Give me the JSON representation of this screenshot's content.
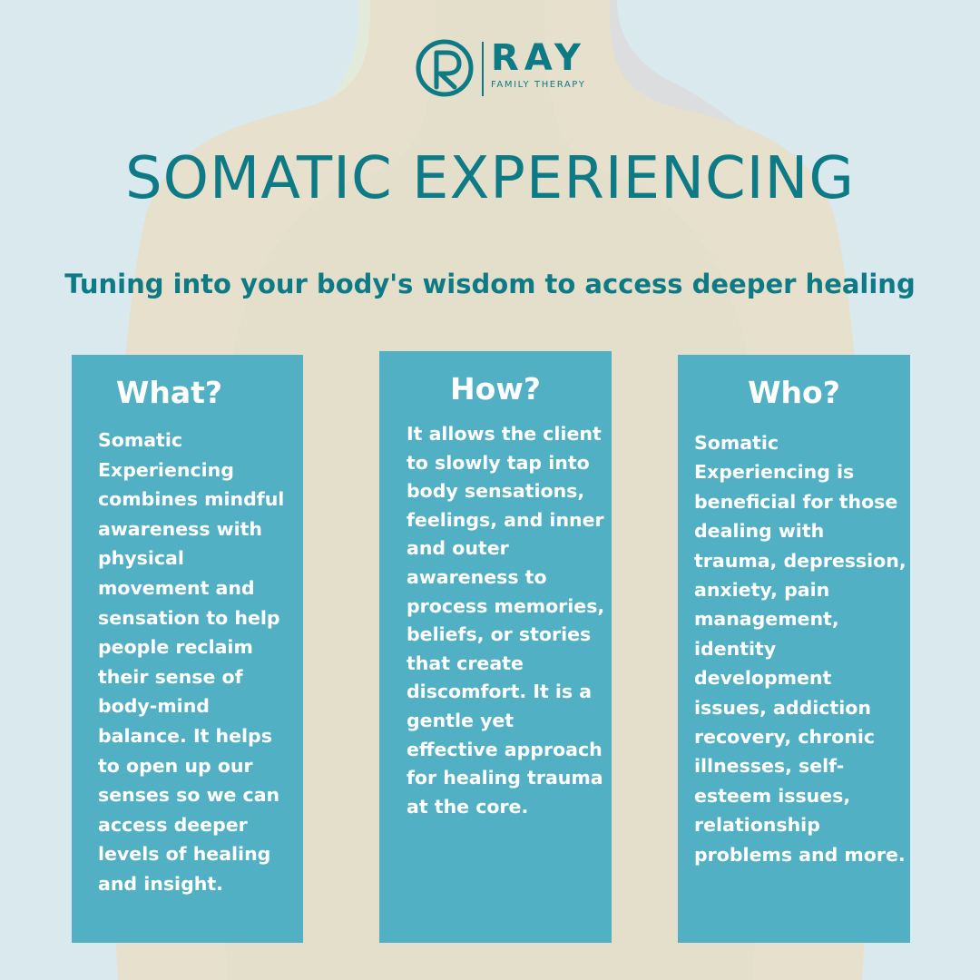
{
  "brand": {
    "name": "RAY",
    "tagline": "FAMILY THERAPY",
    "logo_letter": "R",
    "color": "#0d7a86"
  },
  "title": "SOMATIC EXPERIENCING",
  "subtitle": "Tuning into your body's wisdom to access deeper healing",
  "cards": [
    {
      "heading": "What?",
      "body": "Somatic Experiencing combines mindful awareness with physical movement and sensation to help people reclaim their sense of body-mind balance. It helps to open up our senses so we can access deeper levels of healing and insight."
    },
    {
      "heading": "How?",
      "body": "It allows the client to slowly tap into body sensations, feelings, and inner and outer awareness to process memories, beliefs, or stories that create discomfort. It is a gentle yet effective approach for healing trauma at the core."
    },
    {
      "heading": "Who?",
      "body": "Somatic Experiencing is beneficial for those dealing with trauma, depression, anxiety, pain management, identity development issues, addiction recovery, chronic illnesses, self-esteem issues, relationship problems and more."
    }
  ],
  "colors": {
    "background": "#d9e9ee",
    "card": "#52b0c4",
    "accent": "#0d7a86",
    "silhouette": "#e6e0cc"
  }
}
